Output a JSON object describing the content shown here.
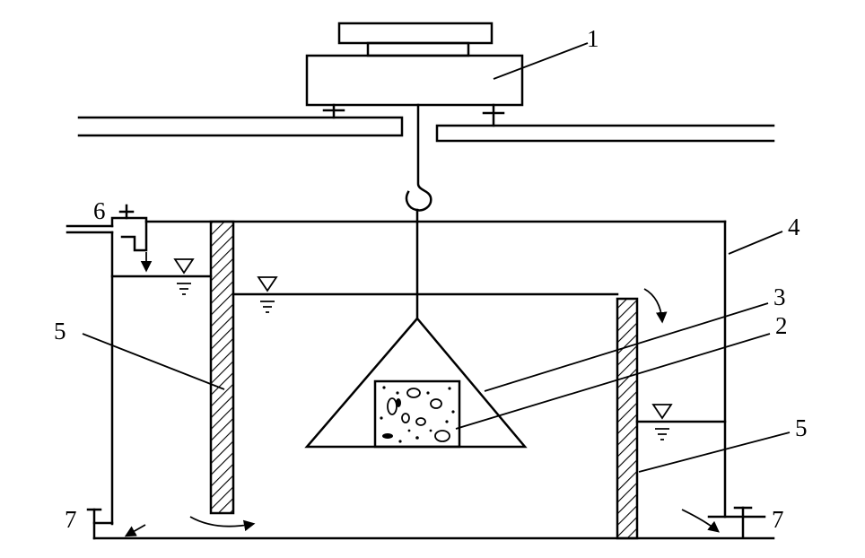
{
  "diagram": {
    "labels": [
      "1",
      "2",
      "3",
      "4",
      "5",
      "5",
      "6",
      "7",
      "7"
    ]
  }
}
